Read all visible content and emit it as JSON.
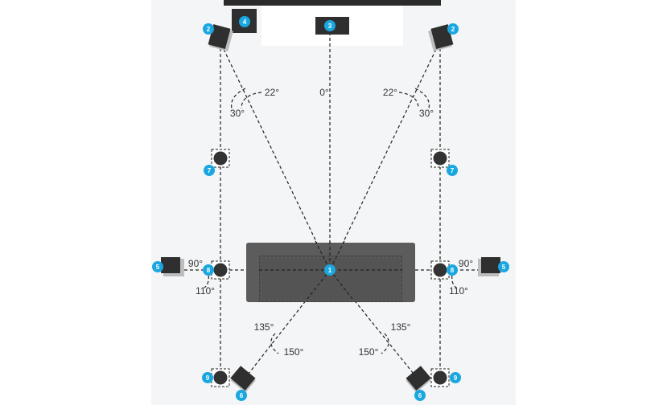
{
  "colors": {
    "background": "#ffffff",
    "floor": "#eef0f2",
    "tv_unit": "#ffffff",
    "tv_screen": "#2b2b2b",
    "speaker": "#2f2f2f",
    "sofa": "#5a5a5a",
    "sofa_dark": "#4a4a4a",
    "badge": "#1aa7e0",
    "line": "#222222"
  },
  "speakers": {
    "listener": "1",
    "front_left": "2",
    "front_right": "2",
    "center": "3",
    "subwoofer": "4",
    "surround_left": "5",
    "surround_right": "5",
    "rear_left": "6",
    "rear_right": "6",
    "height_front_left": "7",
    "height_front_right": "7",
    "side_left": "8",
    "side_right": "8",
    "rear_surround_left": "9",
    "rear_surround_right": "9"
  },
  "angles": {
    "center": "0°",
    "front_left_min": "22°",
    "front_left_max": "30°",
    "front_right_min": "22°",
    "front_right_max": "30°",
    "side_left_min": "90°",
    "side_left_max": "110°",
    "side_right_min": "90°",
    "side_right_max": "110°",
    "rear_left_min": "135°",
    "rear_left_max": "150°",
    "rear_right_min": "135°",
    "rear_right_max": "150°"
  }
}
